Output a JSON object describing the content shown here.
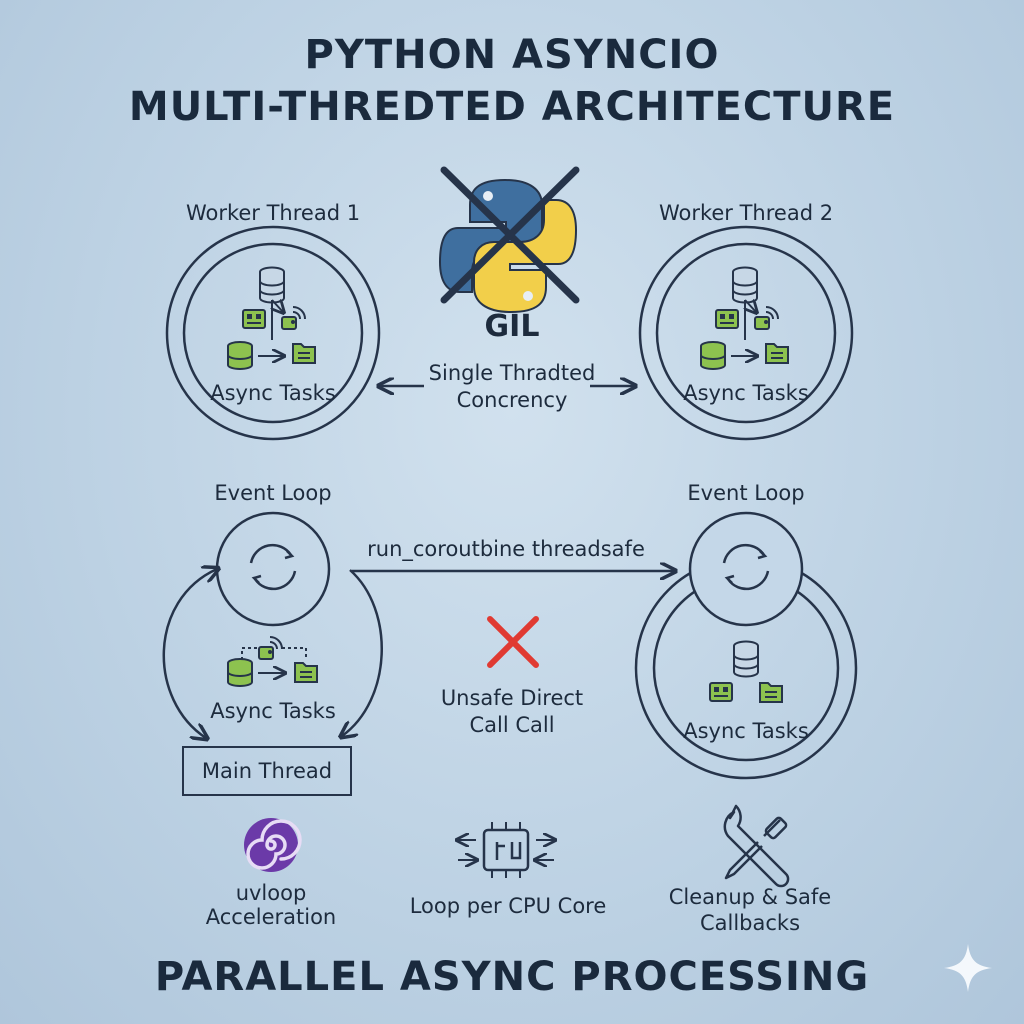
{
  "title": {
    "line1": "PYTHON ASYNCIO",
    "line2": "MULTI-THREDTED ARCHITECTURE"
  },
  "gil": {
    "label": "GIL",
    "caption_line1": "Single Thradted",
    "caption_line2": "Concrency"
  },
  "worker_threads": [
    {
      "title": "Worker Thread 1",
      "tasks_label": "Async Tasks"
    },
    {
      "title": "Worker Thread 2",
      "tasks_label": "Async Tasks"
    }
  ],
  "event_loops": [
    {
      "title": "Event Loop",
      "tasks_label": "Async Tasks"
    },
    {
      "title": "Event Loop",
      "tasks_label": "Async Tasks"
    }
  ],
  "run_coroutine_label": "run_coroutbine threadsafe",
  "unsafe": {
    "line1": "Unsafe Direct",
    "line2": "Call Call"
  },
  "main_thread_label": "Main Thread",
  "features": [
    {
      "line1": "uvloop",
      "line2": "Acceleration",
      "icon": "uvloop-icon"
    },
    {
      "line1": "Loop per CPU Core",
      "line2": "",
      "icon": "cpu-icon"
    },
    {
      "line1": "Cleanup & Safe",
      "line2": "Callbacks",
      "icon": "wrench-icon"
    }
  ],
  "bottom_title": "PARALLEL ASYNC PROCESSING",
  "colors": {
    "stroke": "#26344a",
    "green": "#8dc24f",
    "python_blue": "#3f6f9f",
    "python_yellow": "#f2cf4a",
    "red_x": "#e03a32",
    "uvloop_purple": "#6b3aa8"
  }
}
